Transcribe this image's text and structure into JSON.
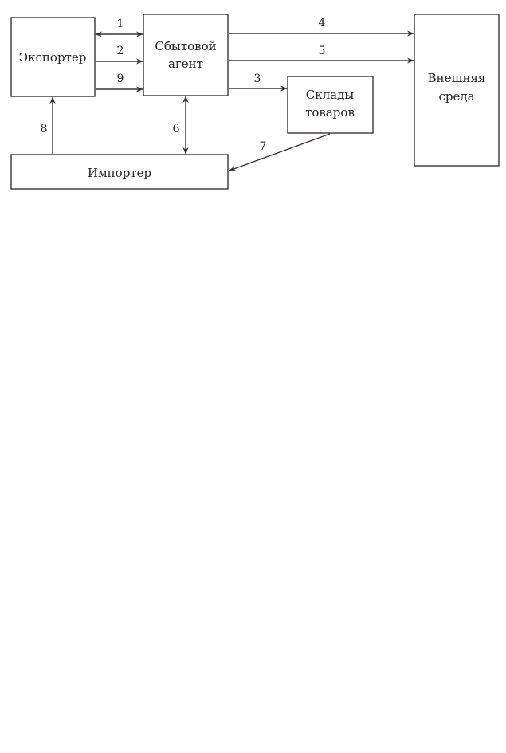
{
  "diagram": {
    "nodes": {
      "exporter": {
        "label": "Экспортер"
      },
      "agent": {
        "line1": "Сбытовой",
        "line2": "агент"
      },
      "warehouses": {
        "line1": "Склады",
        "line2": "товаров"
      },
      "environment": {
        "line1": "Внешняя",
        "line2": "среда"
      },
      "importer": {
        "label": "Импортер"
      }
    },
    "edges": {
      "e1": {
        "label": "1",
        "from": "exporter",
        "to": "agent",
        "bidirectional": true
      },
      "e2": {
        "label": "2",
        "from": "exporter",
        "to": "agent",
        "bidirectional": false
      },
      "e9": {
        "label": "9",
        "from": "exporter",
        "to": "agent",
        "bidirectional": false
      },
      "e3": {
        "label": "3",
        "from": "agent",
        "to": "warehouses",
        "bidirectional": false
      },
      "e4": {
        "label": "4",
        "from": "agent",
        "to": "environment",
        "bidirectional": false
      },
      "e5": {
        "label": "5",
        "from": "agent",
        "to": "environment",
        "bidirectional": false
      },
      "e6": {
        "label": "6",
        "from": "agent",
        "to": "importer",
        "bidirectional": true
      },
      "e7": {
        "label": "7",
        "from": "warehouses",
        "to": "importer",
        "bidirectional": false
      },
      "e8": {
        "label": "8",
        "from": "importer",
        "to": "exporter",
        "bidirectional": false
      }
    },
    "colors": {
      "ink": "#3a3336"
    }
  }
}
